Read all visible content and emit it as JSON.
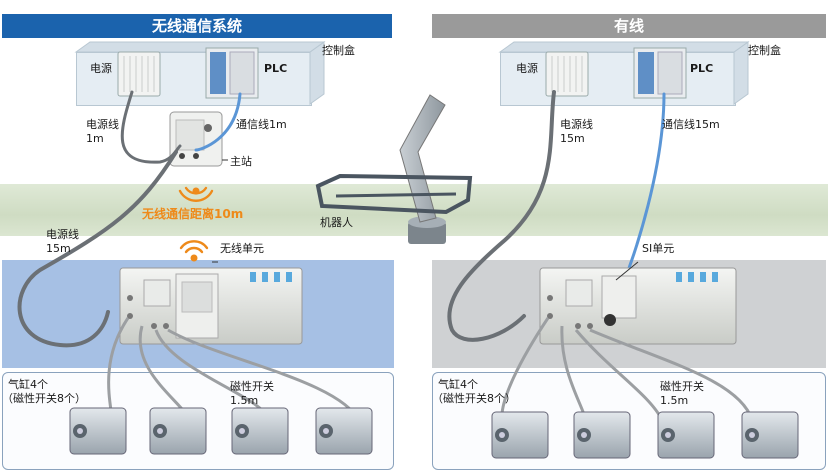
{
  "wireless": {
    "header": "无线通信系统",
    "control_box": "控制盒",
    "power": "电源",
    "plc": "PLC",
    "power_cable": "电源线",
    "power_cable_len": "1m",
    "comm_cable": "通信线1m",
    "master": "主站",
    "distance": "无线通信距离10m",
    "power_cable2": "电源线",
    "power_cable2_len": "15m",
    "wireless_unit": "无线单元",
    "cyl_line1": "气缸4个",
    "cyl_line2": "（磁性开关8个）",
    "switch": "磁性开关",
    "switch_len": "1.5m"
  },
  "robot": "机器人",
  "wired": {
    "header": "有线",
    "control_box": "控制盒",
    "power": "电源",
    "plc": "PLC",
    "power_cable": "电源线",
    "power_cable_len": "15m",
    "comm_cable": "通信线15m",
    "si_unit": "SI单元",
    "cyl_line1": "气缸4个",
    "cyl_line2": "（磁性开关8个）",
    "switch": "磁性开关",
    "switch_len": "1.5m"
  },
  "colors": {
    "header_wireless": "#1b63ad",
    "header_wired": "#9a9a9a",
    "panel_wireless": "#a6c0e4",
    "panel_wired": "#cfd1d3",
    "accent_orange": "#ee8a1a",
    "comm_cable_blue": "#5b96d6"
  }
}
